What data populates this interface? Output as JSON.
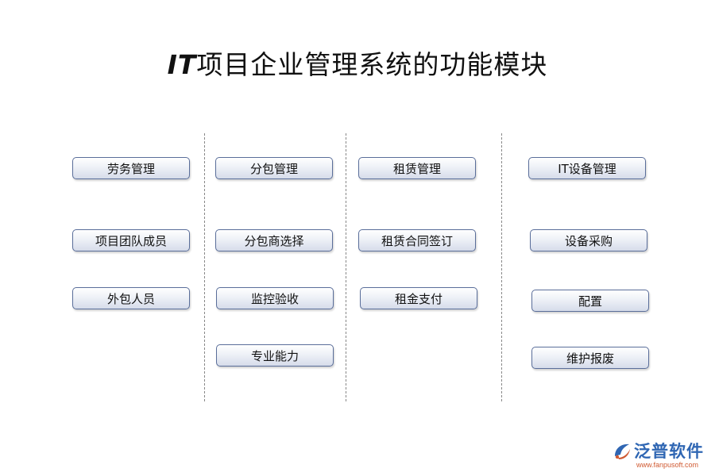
{
  "title": "IT项目企业管理系统的功能模块",
  "columns": [
    {
      "items": [
        "劳务管理",
        "项目团队成员",
        "外包人员"
      ]
    },
    {
      "items": [
        "分包管理",
        "分包商选择",
        "监控验收",
        "专业能力"
      ]
    },
    {
      "items": [
        "租赁管理",
        "租赁合同签订",
        "租金支付"
      ]
    },
    {
      "items": [
        "IT设备管理",
        "设备采购",
        "配置",
        "维护报废"
      ]
    }
  ],
  "logo": {
    "name": "泛普软件",
    "url": "www.fanpusoft.com",
    "brand_color": "#2f66b3",
    "accent_color": "#d05a32"
  },
  "colors": {
    "box_border": "#5a6e9a",
    "divider": "#888888"
  }
}
